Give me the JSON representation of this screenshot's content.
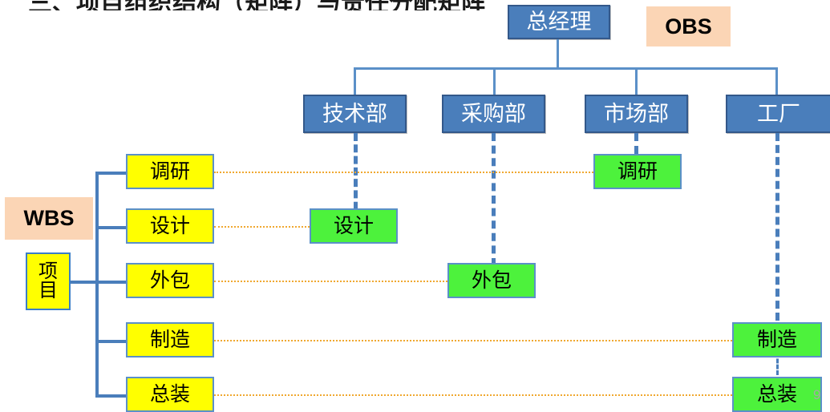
{
  "slide": {
    "title_partial": "三、项目组织结构（矩阵）与责任分配矩阵",
    "page_number": "9"
  },
  "legend": {
    "obs_label": "OBS",
    "wbs_label": "WBS"
  },
  "colors": {
    "obs_box_fill": "#4a7ebb",
    "obs_box_border": "#33588a",
    "wbs_box_fill": "#ffff00",
    "wbs_box_border": "#5b90c8",
    "assignment_box_fill": "#4df23c",
    "assignment_box_border": "#5b90c8",
    "legend_tag_fill": "#fbd5b5",
    "wbs_connector": "#4a7ebb",
    "obs_connector": "#5b90c8",
    "cross_link": "#f0a830",
    "page_number": "#a6a6a6"
  },
  "obs": {
    "root": {
      "label": "总经理"
    },
    "departments": [
      {
        "label": "技术部"
      },
      {
        "label": "采购部"
      },
      {
        "label": "市场部"
      },
      {
        "label": "工厂"
      }
    ]
  },
  "wbs": {
    "root": {
      "label": "项目",
      "chars": [
        "项",
        "目"
      ]
    },
    "tasks": [
      {
        "label": "调研"
      },
      {
        "label": "设计"
      },
      {
        "label": "外包"
      },
      {
        "label": "制造"
      },
      {
        "label": "总装"
      }
    ]
  },
  "assignments": [
    {
      "task": "调研",
      "department": "市场部"
    },
    {
      "task": "设计",
      "department": "技术部"
    },
    {
      "task": "外包",
      "department": "采购部"
    },
    {
      "task": "制造",
      "department": "工厂"
    },
    {
      "task": "总装",
      "department": "工厂"
    }
  ]
}
